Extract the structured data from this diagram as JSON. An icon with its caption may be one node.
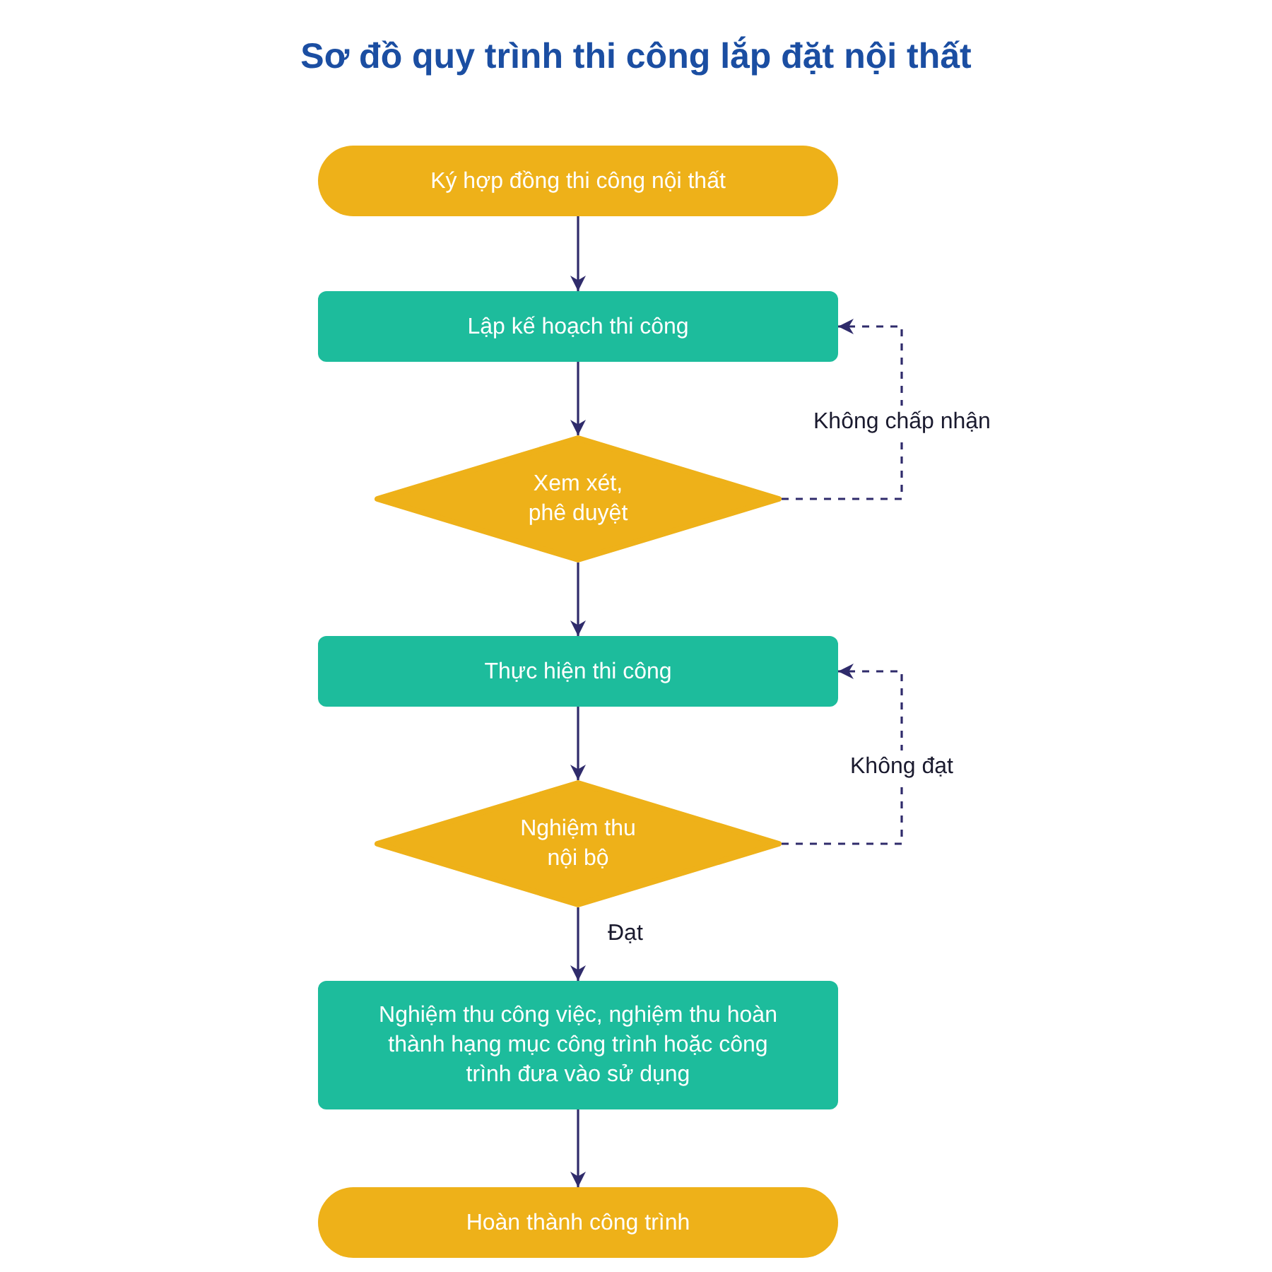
{
  "diagram": {
    "title": "Sơ đồ quy trình thi công lắp đặt nội thất",
    "nodes": [
      {
        "text": [
          "Ký hợp đồng thi công nội thất"
        ]
      },
      {
        "text": [
          "Lập kế hoạch thi công"
        ]
      },
      {
        "text": [
          "Xem xét, phê duyệt"
        ]
      },
      {
        "text": [
          "Thực hiện thi công"
        ]
      },
      {
        "text": [
          "Nghiệm thu nội bộ"
        ]
      },
      {
        "text": [
          "Nghiệm thu công việc, nghiệm thu hoàn thành hạng mục công trình hoặc công trình đưa vào sử dụng"
        ]
      },
      {
        "text": [
          "Hoàn thành công trình"
        ]
      }
    ],
    "edges": [
      {
        "from": 0,
        "to": 1,
        "arrow": "to"
      },
      {
        "from": 1,
        "to": 2,
        "arrow": "to"
      },
      {
        "from": 2,
        "to": 1,
        "arrow": "to",
        "label": "Không chấp nhận",
        "style": "dashed"
      },
      {
        "from": 2,
        "to": 3,
        "arrow": "to"
      },
      {
        "from": 3,
        "to": 4,
        "arrow": "to"
      },
      {
        "from": 4,
        "to": 3,
        "arrow": "to",
        "label": "Không đạt",
        "style": "dashed"
      },
      {
        "from": 4,
        "to": 5,
        "arrow": "to",
        "label": "Đạt"
      },
      {
        "from": 5,
        "to": 6,
        "arrow": "to"
      }
    ]
  }
}
